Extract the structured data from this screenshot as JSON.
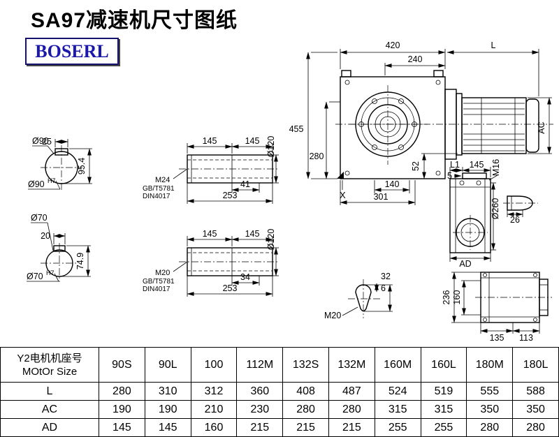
{
  "page": {
    "title": "SA97减速机尺寸图纸",
    "brand": "BOSERL"
  },
  "colors": {
    "accent_blue": "#1b18ac",
    "line": "#000000",
    "background": "#ffffff"
  },
  "drawing": {
    "main_view": {
      "dim_420": "420",
      "dim_240": "240",
      "dim_L": "L",
      "dim_455": "455",
      "dim_280": "280",
      "dim_AC": "AC",
      "dim_52": "52",
      "dim_140": "140",
      "dim_301": "301",
      "mark_X": "X"
    },
    "shaft_end_90": {
      "dia": "Ø90",
      "dim_25": "25",
      "dim_95_4": "95.4",
      "fit": "Ø90",
      "fit_tol": "H7"
    },
    "shaft_end_70": {
      "dia": "Ø70",
      "dim_20": "20",
      "dim_74_9": "74.9",
      "fit": "Ø70",
      "fit_tol": "H7"
    },
    "hollow_shaft_top": {
      "dim_145_a": "145",
      "dim_145_b": "145",
      "dia": "Ø120",
      "thread": "M24",
      "std1": "GB/T5781",
      "std2": "DIN4017",
      "dim_41": "41",
      "dim_253": "253"
    },
    "hollow_shaft_bottom": {
      "dim_145_a": "145",
      "dim_145_b": "145",
      "dia": "Ø120",
      "thread": "M20",
      "std1": "GB/T5781",
      "std2": "DIN4017",
      "dim_34": "34",
      "dim_253": "253"
    },
    "side_view": {
      "dim_L1": "L1",
      "dim_145": "145",
      "dim_5": "5",
      "thread_M16": "M16",
      "dia_260": "Ø260",
      "dim_26": "26",
      "dim_AD": "AD"
    },
    "key_detail": {
      "dim_32": "32",
      "dim_6": "6",
      "thread": "M20"
    },
    "back_view": {
      "dim_236": "236",
      "dim_160": "160",
      "dim_135": "135",
      "dim_113": "113"
    }
  },
  "table": {
    "row_header": {
      "line1": "Y2电机机座号",
      "line2": "MOtOr Size"
    },
    "columns": [
      "90S",
      "90L",
      "100",
      "112M",
      "132S",
      "132M",
      "160M",
      "160L",
      "180M",
      "180L"
    ],
    "rows": [
      {
        "label": "L",
        "values": [
          "280",
          "310",
          "312",
          "360",
          "408",
          "487",
          "524",
          "519",
          "555",
          "588"
        ]
      },
      {
        "label": "AC",
        "values": [
          "190",
          "190",
          "210",
          "230",
          "280",
          "280",
          "315",
          "315",
          "350",
          "350"
        ]
      },
      {
        "label": "AD",
        "values": [
          "145",
          "145",
          "160",
          "215",
          "215",
          "215",
          "255",
          "255",
          "280",
          "280"
        ]
      }
    ]
  }
}
